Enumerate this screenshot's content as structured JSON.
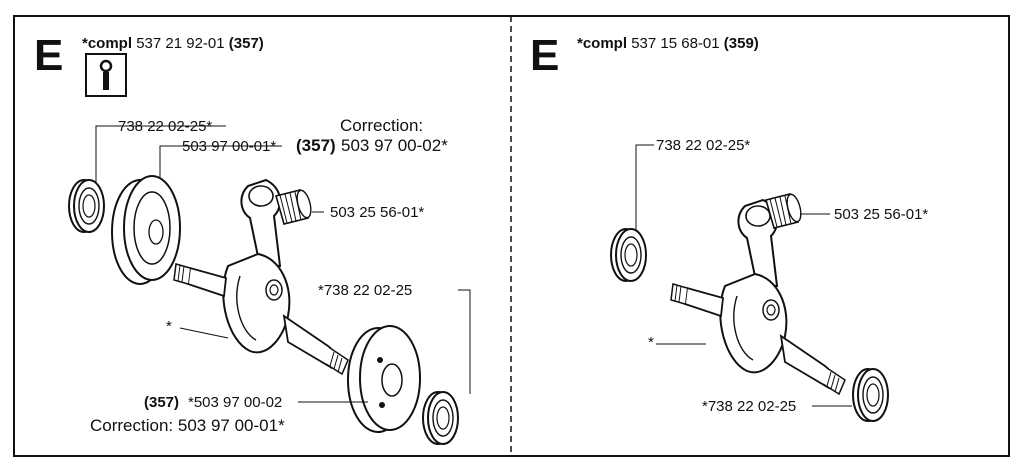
{
  "left": {
    "section_letter": "E",
    "header_prefix": "*compl",
    "header_part": "537 21 92-01",
    "header_ref": "(357)",
    "info_icon": "wrench-info-icon",
    "labels": {
      "bearing_top": "738 22 02-25*",
      "correction_title": "Correction:",
      "flywheel_part": "503 97 00-01*",
      "flywheel_ref": "(357)",
      "flywheel_correction": "503 97 00-02*",
      "needle_bearing": "503 25 56-01*",
      "bearing_bottom": "*738 22 02-25",
      "crank_star": "*",
      "half_ref": "(357)",
      "half_part": "*503 97 00-02",
      "bottom_correction": "Correction: 503 97 00-01*"
    }
  },
  "right": {
    "section_letter": "E",
    "header_prefix": "*compl",
    "header_part": "537 15 68-01",
    "header_ref": "(359)",
    "labels": {
      "bearing_top": "738 22 02-25*",
      "needle_bearing": "503 25 56-01*",
      "crank_star": "*",
      "bearing_bottom": "*738 22 02-25"
    }
  }
}
